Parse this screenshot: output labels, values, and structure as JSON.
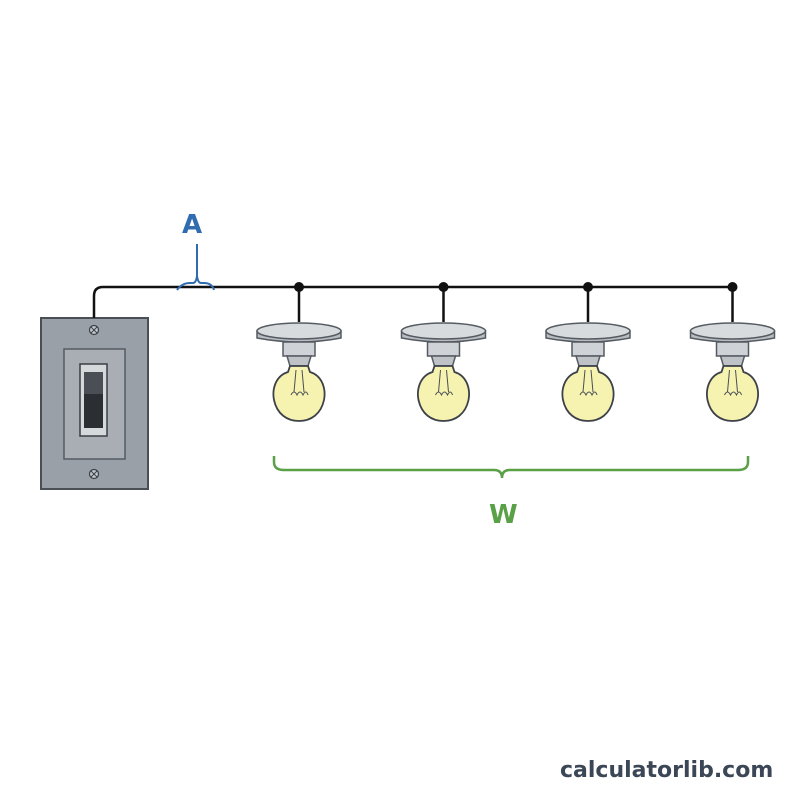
{
  "labels": {
    "wire_segment": "A",
    "bulb_group": "W"
  },
  "watermark": "calculatorlib.com",
  "bulbs": {
    "count": 4
  },
  "colors": {
    "label_a": "#2f6db0",
    "label_w": "#5aa046",
    "wire": "#111111",
    "switch_plate": "#9aa0a8",
    "bulb_glass": "#f6f2b0",
    "fixture": "#cfd2d6"
  },
  "icons": [
    "light-switch-icon",
    "ceiling-fixture-icon",
    "light-bulb-icon"
  ]
}
